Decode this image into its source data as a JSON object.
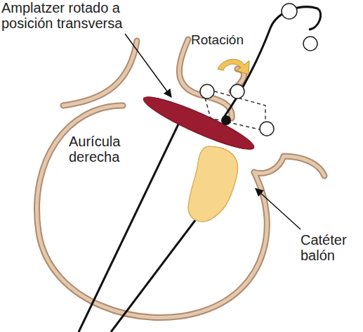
{
  "diagram": {
    "labels": [
      "Amplatzer rotado a posición transversa",
      "Rotación",
      "Aurícula derecha",
      "Catéter balón"
    ]
  }
}
